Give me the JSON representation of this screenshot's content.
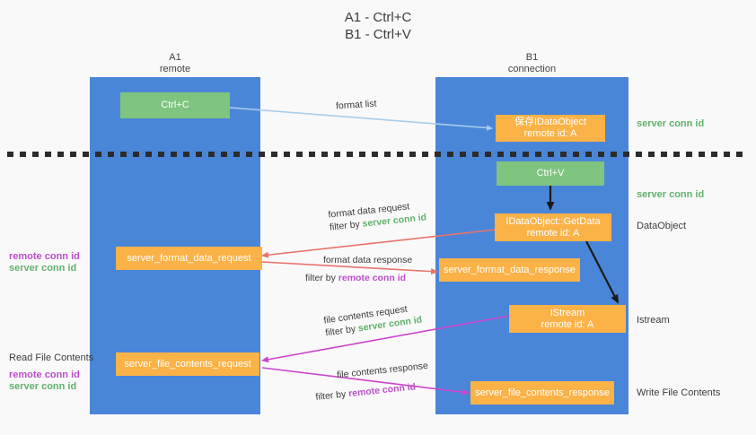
{
  "title": {
    "line1": "A1 - Ctrl+C",
    "line2": "B1 - Ctrl+V"
  },
  "lanes": [
    {
      "name": "A1",
      "sub": "remote"
    },
    {
      "name": "B1",
      "sub": "connection"
    }
  ],
  "nodes": {
    "ctrl_c": "Ctrl+C",
    "save_idataobject_line1": "保存IDataObject",
    "save_idataobject_line2": "remote id: A",
    "ctrl_v": "Ctrl+V",
    "getdata_line1": "IDataObject::GetData",
    "getdata_line2": "remote id: A",
    "format_data_request": "server_format_data_request",
    "format_data_response": "server_format_data_response",
    "istream_line1": "IStream",
    "istream_line2": "remote id: A",
    "file_contents_request": "server_file_contents_request",
    "file_contents_response": "server_file_contents_response"
  },
  "edges": {
    "format_list": "format list",
    "format_data_request_label": "format data request",
    "format_data_request_filter_prefix": "filter by ",
    "format_data_request_filter_value": "server conn id",
    "format_data_response_label": "format data response",
    "format_data_response_filter_prefix": "filter by ",
    "format_data_response_filter_value": "remote conn id",
    "file_contents_request_label": "file contents request",
    "file_contents_request_filter_prefix": "filter by ",
    "file_contents_request_filter_value": "server conn id",
    "file_contents_response_label": "file contents response",
    "file_contents_response_filter_prefix": "filter by ",
    "file_contents_response_filter_value": "remote conn id"
  },
  "side_labels": {
    "right_server_conn_id_top": "server conn id",
    "right_server_conn_id_mid": "server conn id",
    "right_dataobject": "DataObject",
    "right_istream": "Istream",
    "right_write_file_contents": "Write File Contents",
    "left_remote_conn_id_1": "remote conn id",
    "left_server_conn_id_1": "server conn id",
    "left_read_file_contents": "Read File Contents",
    "left_remote_conn_id_2": "remote conn id",
    "left_server_conn_id_2": "server conn id"
  },
  "colors": {
    "lane": "#4a86d8",
    "node_orange": "#fbb247",
    "node_green": "#7fc47f",
    "accent_green_text": "#61b16b",
    "accent_purple_text": "#bb4ec9",
    "arrow_red": "#e8736a",
    "arrow_magenta": "#cc44cc",
    "arrow_light_blue": "#a8cdea",
    "arrow_black": "#1a1a1a",
    "divider": "#2b2b2b",
    "background": "#f9f9f9"
  }
}
